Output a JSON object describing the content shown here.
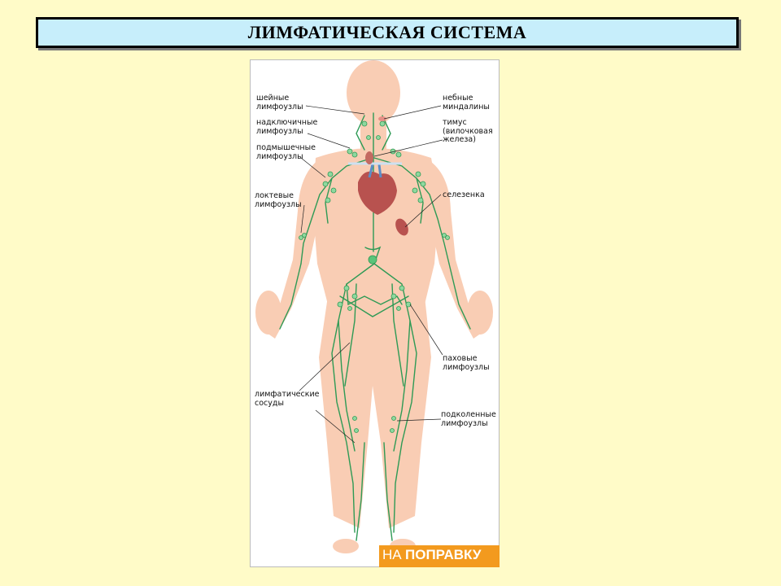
{
  "header": {
    "title": "ЛИМФАТИЧЕСКАЯ СИСТЕМА"
  },
  "colors": {
    "background": "#fffbc8",
    "title_bar": "#c7eefb",
    "body": "#f9cdb4",
    "lymph": "#2e9a55",
    "organ": "#b8524f",
    "logo": "#f39a1e"
  },
  "labels": {
    "cervical": "шейные\nлимфоузлы",
    "tonsils": "небные\nминдалины",
    "supraclavicular": "надключичные\nлимфоузлы",
    "thymus": "тимус\n(вилочковая\nжелеза)",
    "axillary": "подмышечные\nлимфоузлы",
    "cubital": "локтевые\nлимфоузлы",
    "spleen": "селезенка",
    "inguinal": "паховые\nлимфоузлы",
    "vessels": "лимфатические\nсосуды",
    "popliteal": "подколенные\nлимфоузлы"
  },
  "logo": {
    "prefix": "НА",
    "main": "ПОПРАВКУ"
  }
}
